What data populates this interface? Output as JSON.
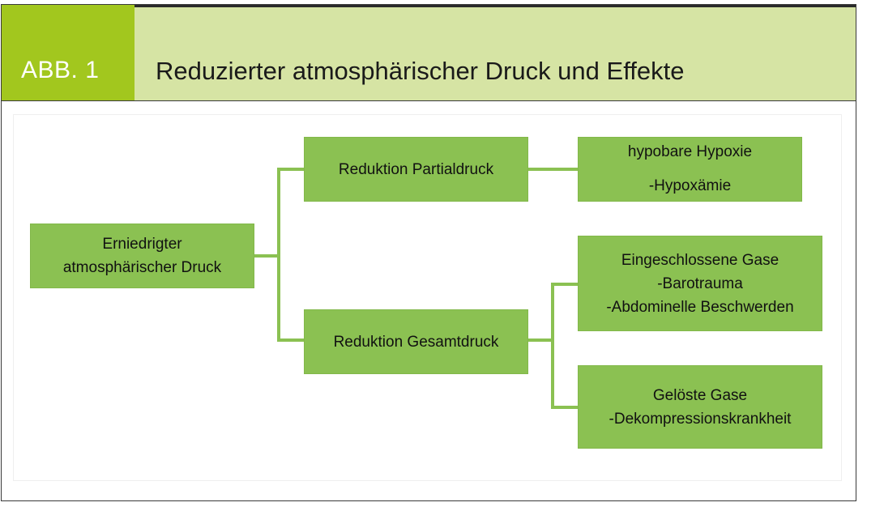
{
  "header": {
    "label": "ABB. 1",
    "title": "Reduzierter atmosphärischer Druck und Effekte"
  },
  "colors": {
    "label_bg": "#a2c71e",
    "header_bg": "#d6e4a4",
    "node_fill": "#8bc152"
  },
  "diagram": {
    "root": {
      "line1": "Erniedrigter",
      "line2": "atmosphärischer Druck"
    },
    "branch_partial": {
      "label": "Reduktion Partialdruck"
    },
    "branch_total": {
      "label": "Reduktion Gesamtdruck"
    },
    "leaf_hypoxia": {
      "line1": "hypobare Hypoxie",
      "line2": "-Hypoxämie"
    },
    "leaf_trapped": {
      "line1": "Eingeschlossene Gase",
      "line2": "-Barotrauma",
      "line3": "-Abdominelle Beschwerden"
    },
    "leaf_dissolved": {
      "line1": "Gelöste Gase",
      "line2": "-Dekompressionskrankheit"
    }
  }
}
